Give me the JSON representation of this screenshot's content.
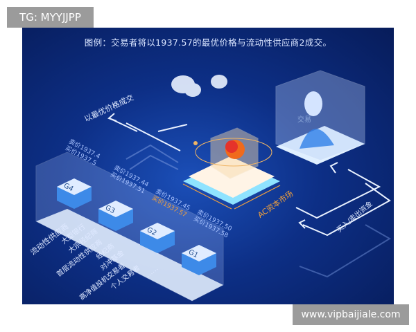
{
  "watermark_top": "TG: MYYJJPP",
  "watermark_bottom": "www.vipbaijiale.com",
  "illustration": {
    "caption": "图例：交易者将以1937.57的最优价格与流动性供应商2成交。",
    "arrow_label_top": "以最优价格成交",
    "market_label": "AC资本市场",
    "trader_label": "交易",
    "arrow_label_right": "买入/卖出资金",
    "providers": [
      {
        "label": "G4",
        "sell": "卖价1937.4",
        "buy": "买价1937.5"
      },
      {
        "label": "G3",
        "sell": "卖价1937.44",
        "buy": "买价1937.51"
      },
      {
        "label": "G2",
        "sell": "卖价1937.45",
        "buy": "买价1937.57"
      },
      {
        "label": "G1",
        "sell": "卖价1937.50",
        "buy": "买价1937.58"
      }
    ],
    "provider_types": [
      "流动性供应商",
      "大型银行",
      "大宗经纪商",
      "首层流动性供应商",
      "经纪商",
      "对冲基金",
      "高净值投机交易者",
      "个人交易者",
      "……"
    ],
    "colors": {
      "background": "#0d2f86",
      "highlight": "#f3a23b",
      "orb": "#f06a1c"
    }
  }
}
